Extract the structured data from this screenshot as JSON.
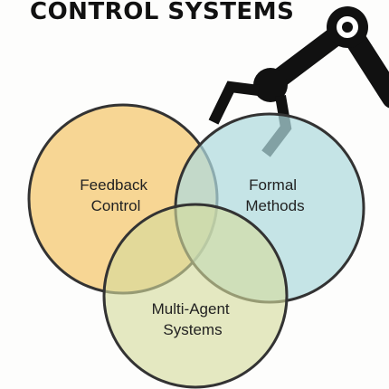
{
  "header": {
    "title": "CONTROL SYSTEMS"
  },
  "venn": {
    "circles": [
      {
        "id": "feedback",
        "label_lines": [
          "Feedback",
          "Control"
        ],
        "color": "#f5cd7d"
      },
      {
        "id": "formal",
        "label_lines": [
          "Formal",
          "Methods"
        ],
        "color": "#aed9de"
      },
      {
        "id": "multiagent",
        "label_lines": [
          "Multi-Agent",
          "Systems"
        ],
        "color": "#d5dc9d"
      }
    ],
    "stroke_color": "#333333"
  },
  "icons": {
    "robot_arm": "robot-arm-icon",
    "robot_arm_color": "#111111"
  }
}
